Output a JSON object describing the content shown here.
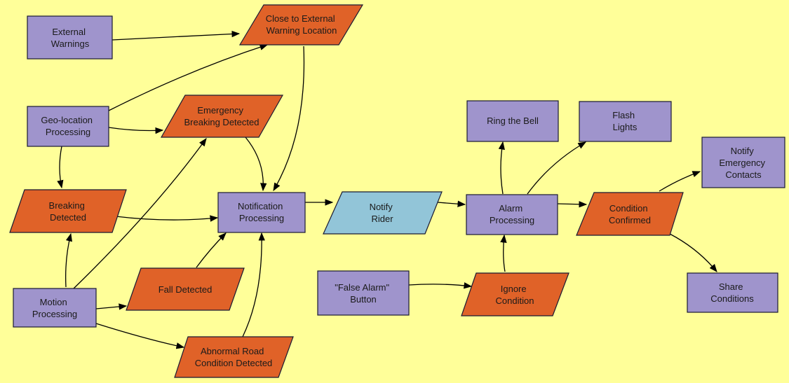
{
  "colors": {
    "background": "#ffff99",
    "process": "#9f94cc",
    "event": "#e06228",
    "rider": "#92c5d8",
    "stroke": "#1a1a33",
    "edge": "#000000"
  },
  "nodes": {
    "external_warnings": [
      "External",
      "Warnings"
    ],
    "close_to_warning": [
      "Close to External",
      "Warning Location"
    ],
    "geo_location": [
      "Geo-location",
      "Processing"
    ],
    "emergency_breaking": [
      "Emergency",
      "Breaking Detected"
    ],
    "breaking_detected": [
      "Breaking",
      "Detected"
    ],
    "notification_processing": [
      "Notification",
      "Processing"
    ],
    "notify_rider": [
      "Notify",
      "Rider"
    ],
    "alarm_processing": [
      "Alarm",
      "Processing"
    ],
    "ring_bell": [
      "Ring the Bell"
    ],
    "flash_lights": [
      "Flash",
      "Lights"
    ],
    "condition_confirmed": [
      "Condition",
      "Confirmed"
    ],
    "notify_emergency": [
      "Notify",
      "Emergency",
      "Contacts"
    ],
    "share_conditions": [
      "Share",
      "Conditions"
    ],
    "motion_processing": [
      "Motion",
      "Processing"
    ],
    "fall_detected": [
      "Fall Detected"
    ],
    "abnormal_road": [
      "Abnormal Road",
      "Condition Detected"
    ],
    "false_alarm_button": [
      "\"False Alarm\"",
      "Button"
    ],
    "ignore_condition": [
      "Ignore",
      "Condition"
    ]
  }
}
